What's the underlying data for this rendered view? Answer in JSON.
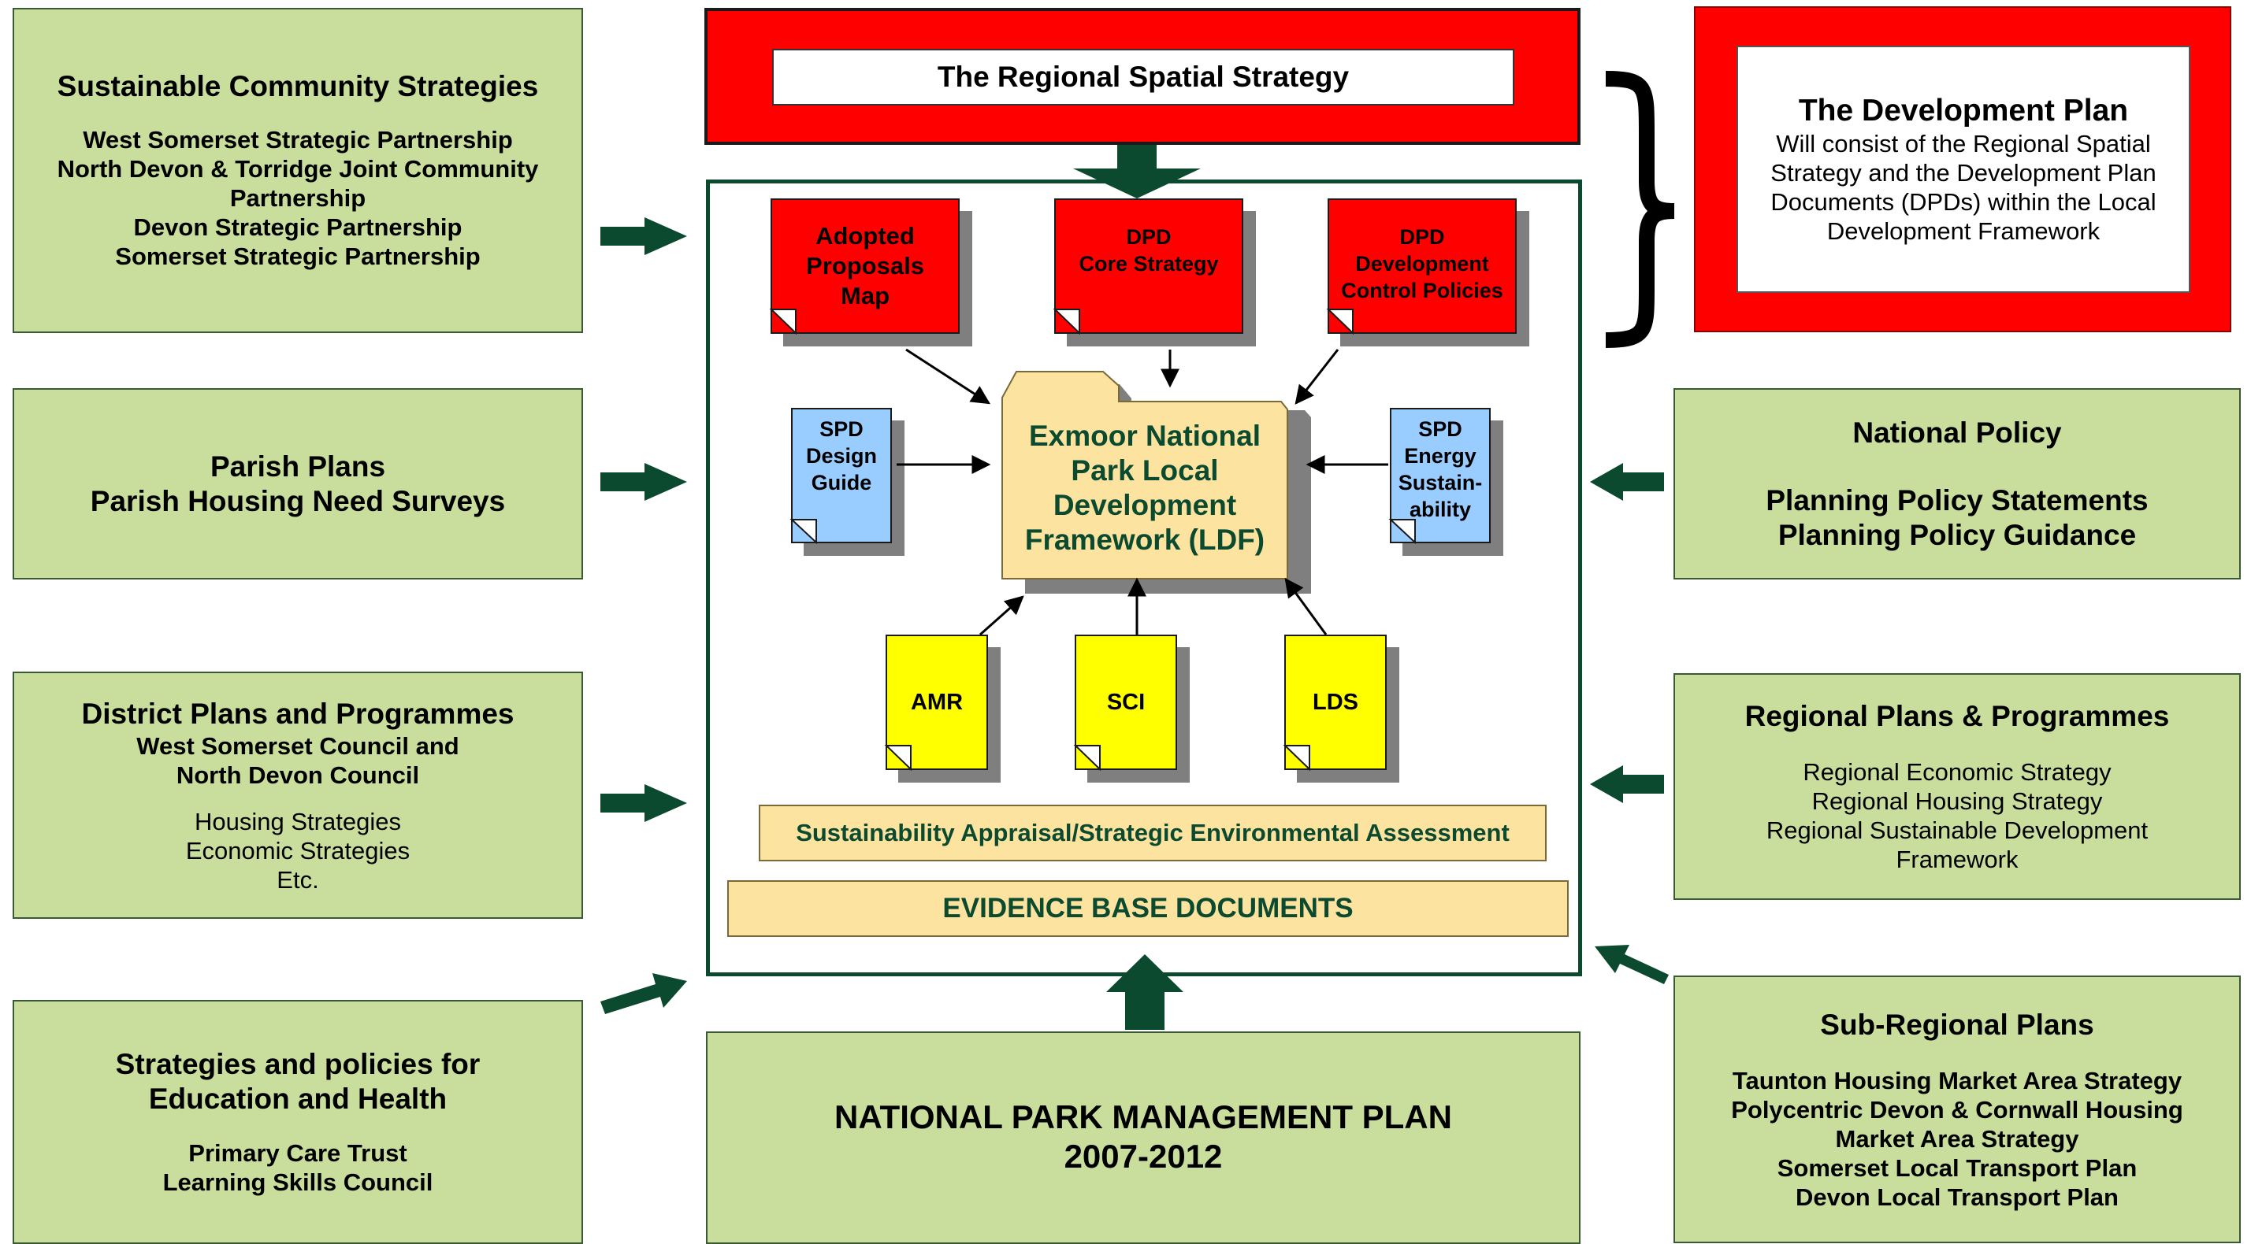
{
  "left": {
    "community": {
      "title": "Sustainable Community Strategies",
      "items": [
        "West Somerset Strategic Partnership",
        "North Devon & Torridge Joint Community",
        "Partnership",
        "Devon Strategic Partnership",
        "Somerset Strategic Partnership"
      ]
    },
    "parish": {
      "lines": [
        "Parish Plans",
        "Parish Housing Need Surveys"
      ]
    },
    "district": {
      "title": "District Plans and Programmes",
      "bold_lines": [
        "West Somerset Council and",
        "North Devon Council"
      ],
      "lines": [
        "Housing Strategies",
        "Economic Strategies",
        "Etc."
      ]
    },
    "education": {
      "title_lines": [
        "Strategies and policies for",
        "Education and Health"
      ],
      "items": [
        "Primary Care Trust",
        "Learning Skills Council"
      ]
    }
  },
  "top": {
    "rss_title": "The Regional Spatial Strategy"
  },
  "devplan": {
    "title": "The Development Plan",
    "lines": [
      "Will consist of the Regional Spatial",
      "Strategy and the Development Plan",
      "Documents (DPDs) within the Local",
      "Development Framework"
    ]
  },
  "right": {
    "national": {
      "title": "National Policy",
      "items": [
        "Planning Policy Statements",
        "Planning Policy Guidance"
      ]
    },
    "regional": {
      "title": "Regional Plans & Programmes",
      "items": [
        "Regional Economic Strategy",
        "Regional Housing Strategy",
        "Regional Sustainable Development",
        "Framework"
      ]
    },
    "subregional": {
      "title": "Sub-Regional Plans",
      "items": [
        "Taunton Housing Market Area Strategy",
        "Polycentric Devon & Cornwall Housing",
        "Market Area Strategy",
        "Somerset Local Transport Plan",
        "Devon Local Transport Plan"
      ]
    }
  },
  "center": {
    "dpd_docs": [
      {
        "lines": [
          "Adopted",
          "Proposals",
          "Map"
        ]
      },
      {
        "lines": [
          "DPD",
          "Core Strategy"
        ]
      },
      {
        "lines": [
          "DPD",
          "Development",
          "Control Policies"
        ]
      }
    ],
    "spd_docs": [
      {
        "lines": [
          "SPD",
          "Design",
          "Guide"
        ]
      },
      {
        "lines": [
          "SPD",
          "Energy",
          "Sustain-",
          "ability"
        ]
      }
    ],
    "ldf": {
      "lines": [
        "Exmoor National",
        "Park Local",
        "Development",
        "Framework (LDF)"
      ]
    },
    "yellow_docs": [
      "AMR",
      "SCI",
      "LDS"
    ],
    "sa_sea": "Sustainability Appraisal/Strategic Environmental Assessment",
    "evidence": "EVIDENCE BASE DOCUMENTS"
  },
  "bottom": {
    "npmp_lines": [
      "NATIONAL PARK MANAGEMENT PLAN",
      "2007-2012"
    ]
  },
  "colors": {
    "green_box": "#c9de9c",
    "dark_green": "#0c4a30",
    "red": "#ff0000",
    "spd_blue": "#99ccff",
    "doc_yellow": "#ffff00",
    "tan": "#fde3a0"
  }
}
